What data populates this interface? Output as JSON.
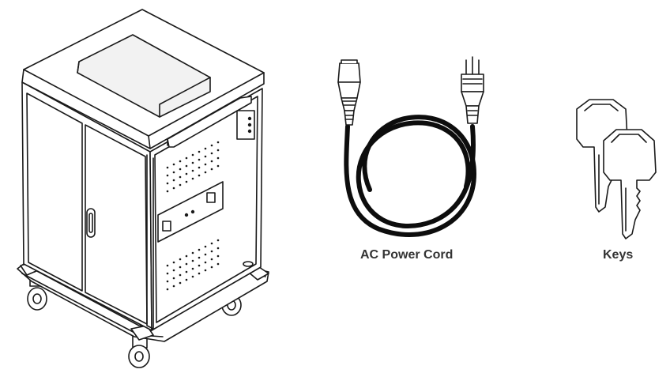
{
  "items": [
    {
      "id": "cart",
      "icon": "charging-cart-icon"
    },
    {
      "id": "cord",
      "icon": "ac-power-cord-icon",
      "label": "AC Power Cord"
    },
    {
      "id": "keys",
      "icon": "keys-icon",
      "label": "Keys"
    }
  ],
  "colors": {
    "line": "#1a1a1a",
    "cord": "#0d0d0d",
    "label": "#333333",
    "fill": "#ffffff",
    "shade": "#f2f2f2"
  }
}
